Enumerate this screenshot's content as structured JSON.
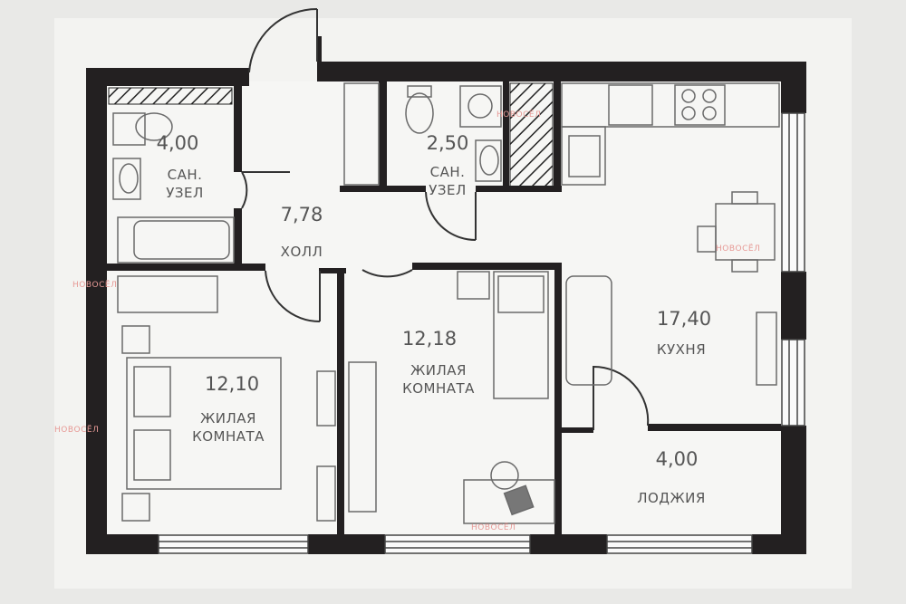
{
  "rooms": [
    {
      "id": "bathroom-1",
      "area": "4,00",
      "name_line1": "САН.",
      "name_line2": "УЗЕЛ"
    },
    {
      "id": "hall",
      "area": "7,78",
      "name_line1": "ХОЛЛ"
    },
    {
      "id": "bathroom-2",
      "area": "2,50",
      "name_line1": "САН.",
      "name_line2": "УЗЕЛ"
    },
    {
      "id": "kitchen",
      "area": "17,40",
      "name_line1": "КУХНЯ"
    },
    {
      "id": "bedroom-1",
      "area": "12,10",
      "name_line1": "ЖИЛАЯ",
      "name_line2": "КОМНАТА"
    },
    {
      "id": "bedroom-2",
      "area": "12,18",
      "name_line1": "ЖИЛАЯ",
      "name_line2": "КОМНАТА"
    },
    {
      "id": "loggia",
      "area": "4,00",
      "name_line1": "ЛОДЖИЯ"
    }
  ],
  "watermark": "НОВОСЁЛ",
  "colors": {
    "wall": "#232021",
    "line": "#6a6a6a",
    "paper": "#f4f4f2",
    "background": "#e9e9e7",
    "watermark": "#e79a96"
  }
}
